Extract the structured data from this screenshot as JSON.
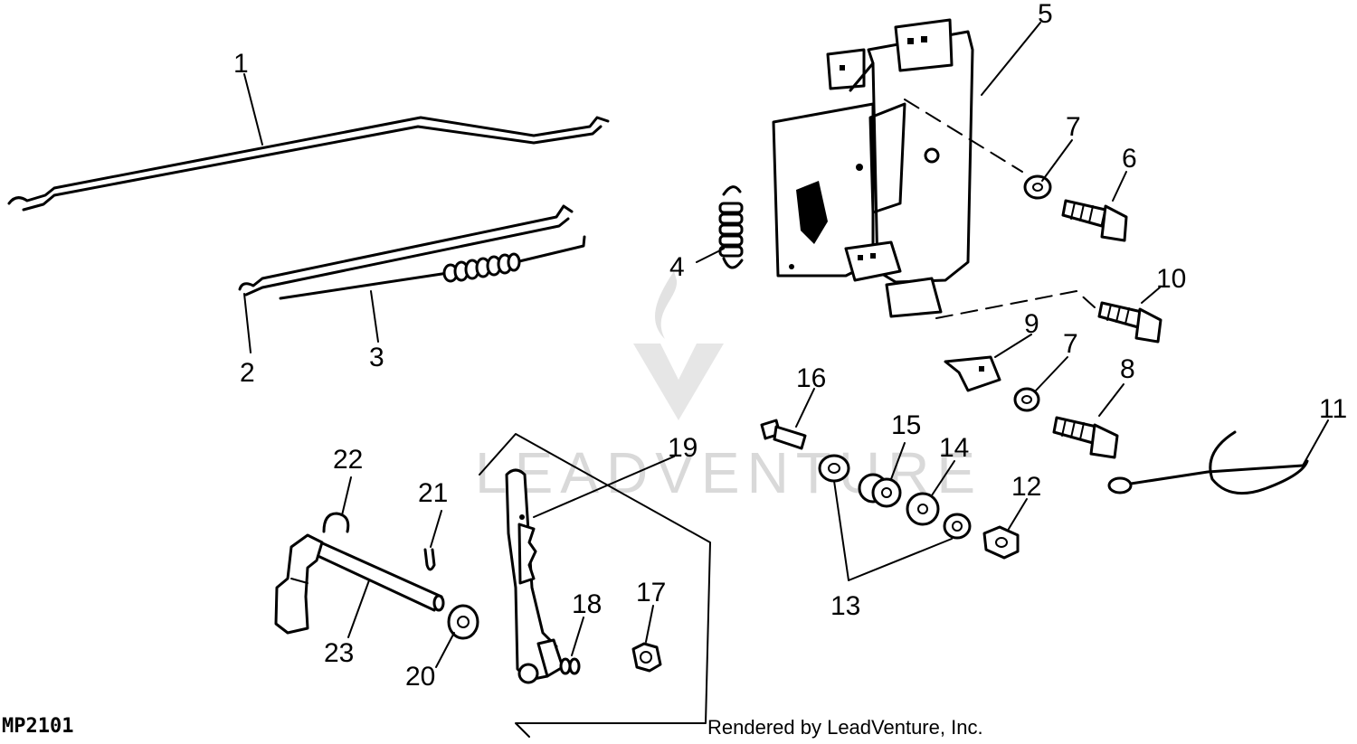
{
  "diagram_code": "MP2101",
  "credit": "Rendered by LeadVenture, Inc.",
  "watermark": "LEADVENTURE",
  "callouts": [
    "1",
    "2",
    "3",
    "4",
    "5",
    "6",
    "7",
    "7",
    "8",
    "9",
    "10",
    "11",
    "12",
    "13",
    "14",
    "15",
    "16",
    "17",
    "18",
    "19",
    "20",
    "21",
    "22",
    "23"
  ]
}
